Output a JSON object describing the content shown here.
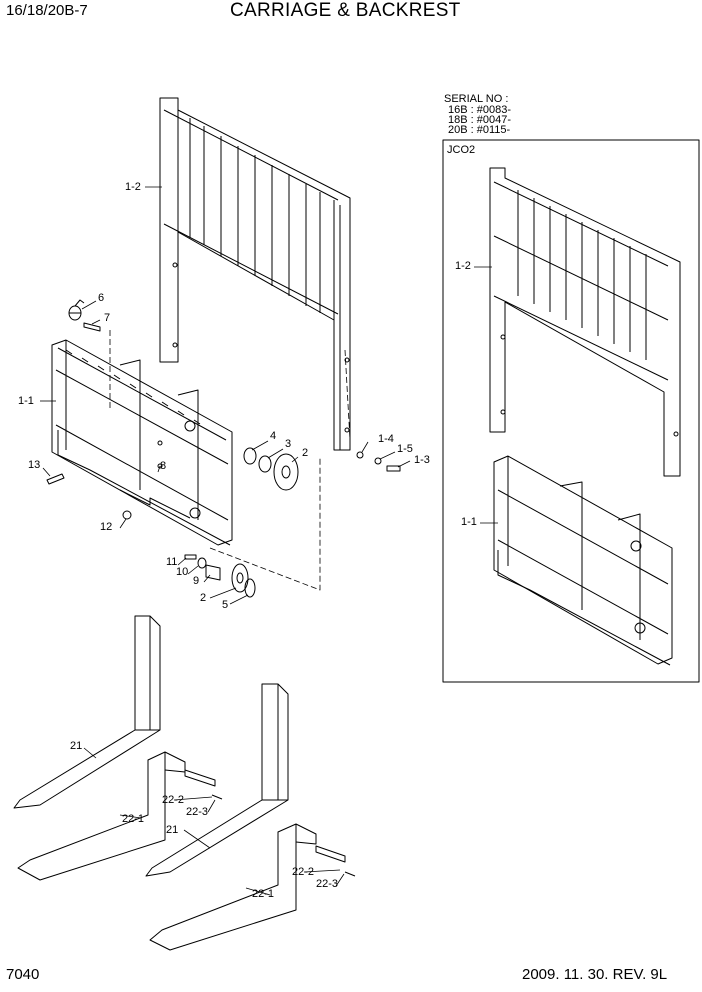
{
  "header": {
    "model": "16/18/20B-7",
    "title": "CARRIAGE & BACKREST"
  },
  "serial_note": {
    "line1": "SERIAL NO :",
    "line2": "16B : #0083-",
    "line3": "18B : #0047-",
    "line4": "20B : #0115-"
  },
  "inset": {
    "tag": "JCO2"
  },
  "callouts": {
    "c1_2": "1-2",
    "c1_1": "1-1",
    "c6": "6",
    "c7": "7",
    "c8": "8",
    "c13": "13",
    "c12": "12",
    "c4": "4",
    "c3": "3",
    "c2a": "2",
    "c1_4": "1-4",
    "c1_5": "1-5",
    "c1_3": "1-3",
    "c11": "11",
    "c10": "10",
    "c9": "9",
    "c2b": "2",
    "c5": "5",
    "inset_1_2": "1-2",
    "inset_1_1": "1-1",
    "f21a": "21",
    "f22_2a": "22-2",
    "f22_3a": "22-3",
    "f22_1a": "22-1",
    "f21b": "21",
    "f22_2b": "22-2",
    "f22_3b": "22-3",
    "f22_1b": "22-1"
  },
  "footer": {
    "page": "7040",
    "date_rev": "2009. 11. 30. REV. 9L"
  }
}
